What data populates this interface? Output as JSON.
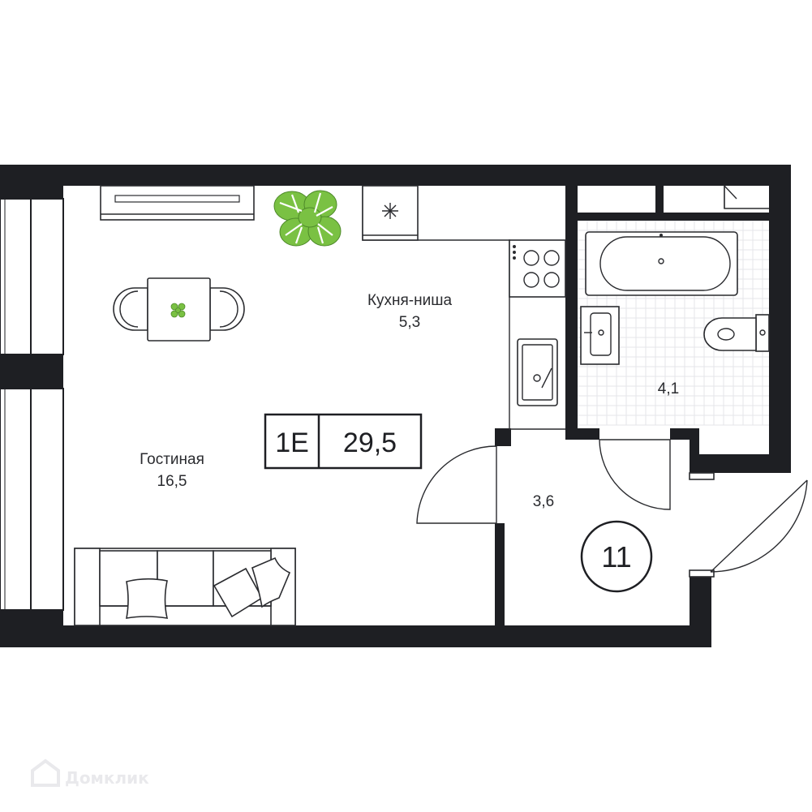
{
  "rooms": {
    "living": {
      "name": "Гостиная",
      "area": "16,5"
    },
    "kitchen": {
      "name": "Кухня-ниша",
      "area": "5,3"
    },
    "bath": {
      "area": "4,1"
    },
    "hall": {
      "area": "3,6"
    }
  },
  "apartment": {
    "type": "1E",
    "total_area": "29,5",
    "number": "11"
  },
  "watermark": "Домклик",
  "colors": {
    "wall": "#1e1f23",
    "plant": "#7ac143",
    "tile": "#e4e6ea"
  }
}
